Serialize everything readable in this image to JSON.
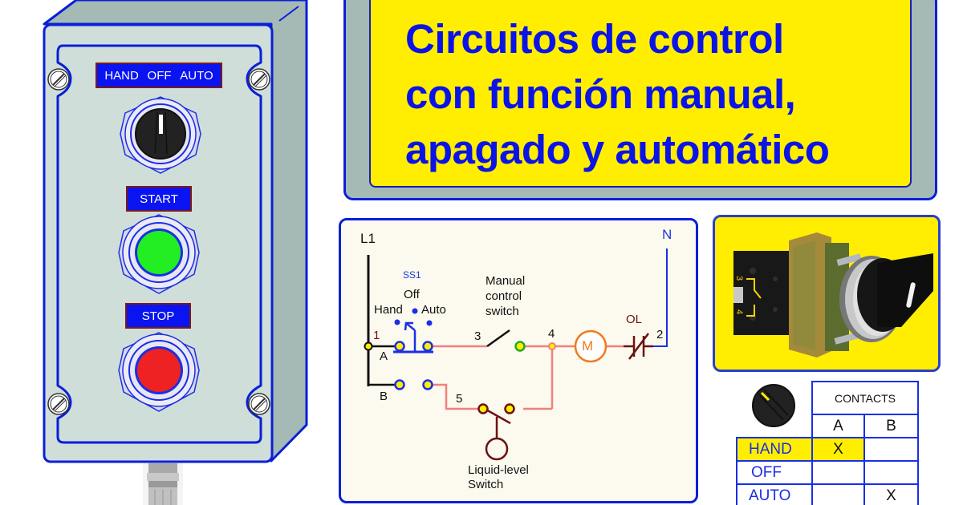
{
  "title": {
    "lines": [
      "Circuitos de control",
      "con función manual,",
      "apagado y automático"
    ],
    "text_color": "#0a14e6",
    "bg_color": "#ffee00"
  },
  "control_box": {
    "selector_label": {
      "hand": "HAND",
      "off": "OFF",
      "auto": "AUTO"
    },
    "start_label": "START",
    "stop_label": "STOP",
    "start_button_color": "#22ee22",
    "stop_button_color": "#ee2222",
    "label_bg": "#0a14f0",
    "label_border": "#7a1a1a",
    "body_color": "#cfded8",
    "side_color": "#a5b9b5"
  },
  "circuit": {
    "line_label": "L1",
    "neutral_label": "N",
    "selector_name": "SS1",
    "positions": {
      "off": "Off",
      "hand": "Hand",
      "auto": "Auto"
    },
    "contact_a": "A",
    "contact_b": "B",
    "nodes": {
      "n1": "1",
      "n2": "2",
      "n3": "3",
      "n4": "4",
      "n5": "5"
    },
    "manual_switch_label": [
      "Manual",
      "control",
      "switch"
    ],
    "motor_label": "M",
    "overload_label": "OL",
    "level_switch_label": [
      "Liquid-level",
      "Switch"
    ]
  },
  "photo": {
    "terminal_labels": [
      "3",
      "4"
    ],
    "description": "selector switch photo"
  },
  "contacts_table": {
    "header": "CONTACTS",
    "columns": [
      "A",
      "B"
    ],
    "rows": [
      {
        "position": "HAND",
        "a": "X",
        "b": "",
        "highlight": true
      },
      {
        "position": "OFF",
        "a": "",
        "b": ""
      },
      {
        "position": "AUTO",
        "a": "",
        "b": "X"
      }
    ]
  }
}
